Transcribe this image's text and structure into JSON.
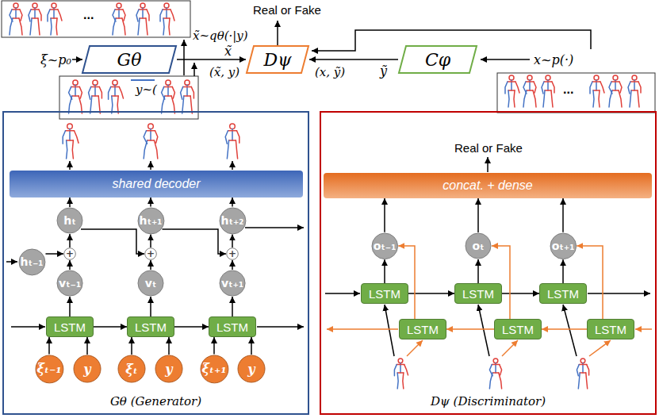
{
  "diagram": {
    "nodes": [
      {
        "text": [
          "Gθ"
        ]
      },
      {
        "text": [
          "Dψ"
        ]
      },
      {
        "text": [
          "Cφ"
        ]
      },
      {
        "text": [
          "Gθ (Generator)"
        ]
      },
      {
        "text": [
          "shared decoder"
        ],
        "in": 3
      },
      {
        "text": [
          "hₜ"
        ],
        "in": 3
      },
      {
        "text": [
          "hₜ₊₁"
        ],
        "in": 3
      },
      {
        "text": [
          "hₜ₊₂"
        ],
        "in": 3
      },
      {
        "text": [
          "hₜ₋₁"
        ],
        "in": 3
      },
      {
        "text": [
          "+"
        ],
        "in": 3
      },
      {
        "text": [
          "+"
        ],
        "in": 3
      },
      {
        "text": [
          "+"
        ],
        "in": 3
      },
      {
        "text": [
          "vₜ₋₁"
        ],
        "in": 3
      },
      {
        "text": [
          "vₜ"
        ],
        "in": 3
      },
      {
        "text": [
          "vₜ₊₁"
        ],
        "in": 3
      },
      {
        "text": [
          "LSTM"
        ],
        "in": 3
      },
      {
        "text": [
          "LSTM"
        ],
        "in": 3
      },
      {
        "text": [
          "LSTM"
        ],
        "in": 3
      },
      {
        "text": [
          "ξₜ₋₁"
        ],
        "in": 3
      },
      {
        "text": [
          "y"
        ],
        "in": 3
      },
      {
        "text": [
          "ξₜ"
        ],
        "in": 3
      },
      {
        "text": [
          "y"
        ],
        "in": 3
      },
      {
        "text": [
          "ξₜ₊₁"
        ],
        "in": 3
      },
      {
        "text": [
          "y"
        ],
        "in": 3
      },
      {
        "text": [
          "Dψ (Discriminator)"
        ]
      },
      {
        "text": [
          "concat. + dense"
        ],
        "in": 24
      },
      {
        "text": [
          "oₜ₋₁"
        ],
        "in": 24
      },
      {
        "text": [
          "oₜ"
        ],
        "in": 24
      },
      {
        "text": [
          "oₜ₊₁"
        ],
        "in": 24
      },
      {
        "text": [
          "LSTM"
        ],
        "in": 24
      },
      {
        "text": [
          "LSTM"
        ],
        "in": 24
      },
      {
        "text": [
          "LSTM"
        ],
        "in": 24
      },
      {
        "text": [
          "LSTM"
        ],
        "in": 24
      },
      {
        "text": [
          "LSTM"
        ],
        "in": 24
      },
      {
        "text": [
          "LSTM"
        ],
        "in": 24
      }
    ],
    "edges": [
      {
        "from": 0,
        "to": 1,
        "arrow": "to",
        "label": "x̃"
      },
      {
        "from": 2,
        "to": 1,
        "arrow": "to",
        "label": "ỹ"
      },
      {
        "from": 18,
        "to": 15,
        "arrow": "to"
      },
      {
        "from": 19,
        "to": 15,
        "arrow": "to"
      },
      {
        "from": 20,
        "to": 16,
        "arrow": "to"
      },
      {
        "from": 21,
        "to": 16,
        "arrow": "to"
      },
      {
        "from": 22,
        "to": 17,
        "arrow": "to"
      },
      {
        "from": 23,
        "to": 17,
        "arrow": "to"
      },
      {
        "from": 15,
        "to": 16,
        "arrow": "to"
      },
      {
        "from": 16,
        "to": 17,
        "arrow": "to"
      },
      {
        "from": 15,
        "to": 12,
        "arrow": "to"
      },
      {
        "from": 16,
        "to": 13,
        "arrow": "to"
      },
      {
        "from": 17,
        "to": 14,
        "arrow": "to"
      },
      {
        "from": 12,
        "to": 9,
        "arrow": "to"
      },
      {
        "from": 13,
        "to": 10,
        "arrow": "to"
      },
      {
        "from": 14,
        "to": 11,
        "arrow": "to"
      },
      {
        "from": 8,
        "to": 9,
        "arrow": "to"
      },
      {
        "from": 9,
        "to": 5,
        "arrow": "to"
      },
      {
        "from": 10,
        "to": 6,
        "arrow": "to"
      },
      {
        "from": 11,
        "to": 7,
        "arrow": "to"
      },
      {
        "from": 5,
        "to": 10,
        "arrow": "to"
      },
      {
        "from": 6,
        "to": 11,
        "arrow": "to"
      },
      {
        "from": 5,
        "to": 4,
        "arrow": "to"
      },
      {
        "from": 6,
        "to": 4,
        "arrow": "to"
      },
      {
        "from": 7,
        "to": 4,
        "arrow": "to"
      },
      {
        "from": 29,
        "to": 30,
        "arrow": "to"
      },
      {
        "from": 30,
        "to": 31,
        "arrow": "to"
      },
      {
        "from": 34,
        "to": 33,
        "arrow": "to"
      },
      {
        "from": 33,
        "to": 32,
        "arrow": "to"
      },
      {
        "from": 29,
        "to": 26,
        "arrow": "to"
      },
      {
        "from": 30,
        "to": 27,
        "arrow": "to"
      },
      {
        "from": 31,
        "to": 28,
        "arrow": "to"
      },
      {
        "from": 32,
        "to": 26,
        "arrow": "to"
      },
      {
        "from": 33,
        "to": 27,
        "arrow": "to"
      },
      {
        "from": 34,
        "to": 28,
        "arrow": "to"
      },
      {
        "from": 26,
        "to": 25,
        "arrow": "to"
      },
      {
        "from": 27,
        "to": 25,
        "arrow": "to"
      },
      {
        "from": 28,
        "to": 25,
        "arrow": "to"
      }
    ],
    "labels": [
      "Real or Fake",
      "ξ~p₀",
      "...",
      "x̃~qθ(·|y)",
      "y~(",
      "(x̃, y)",
      "(x, ỹ)",
      "x~p(·)",
      "...",
      "Real or Fake"
    ]
  }
}
